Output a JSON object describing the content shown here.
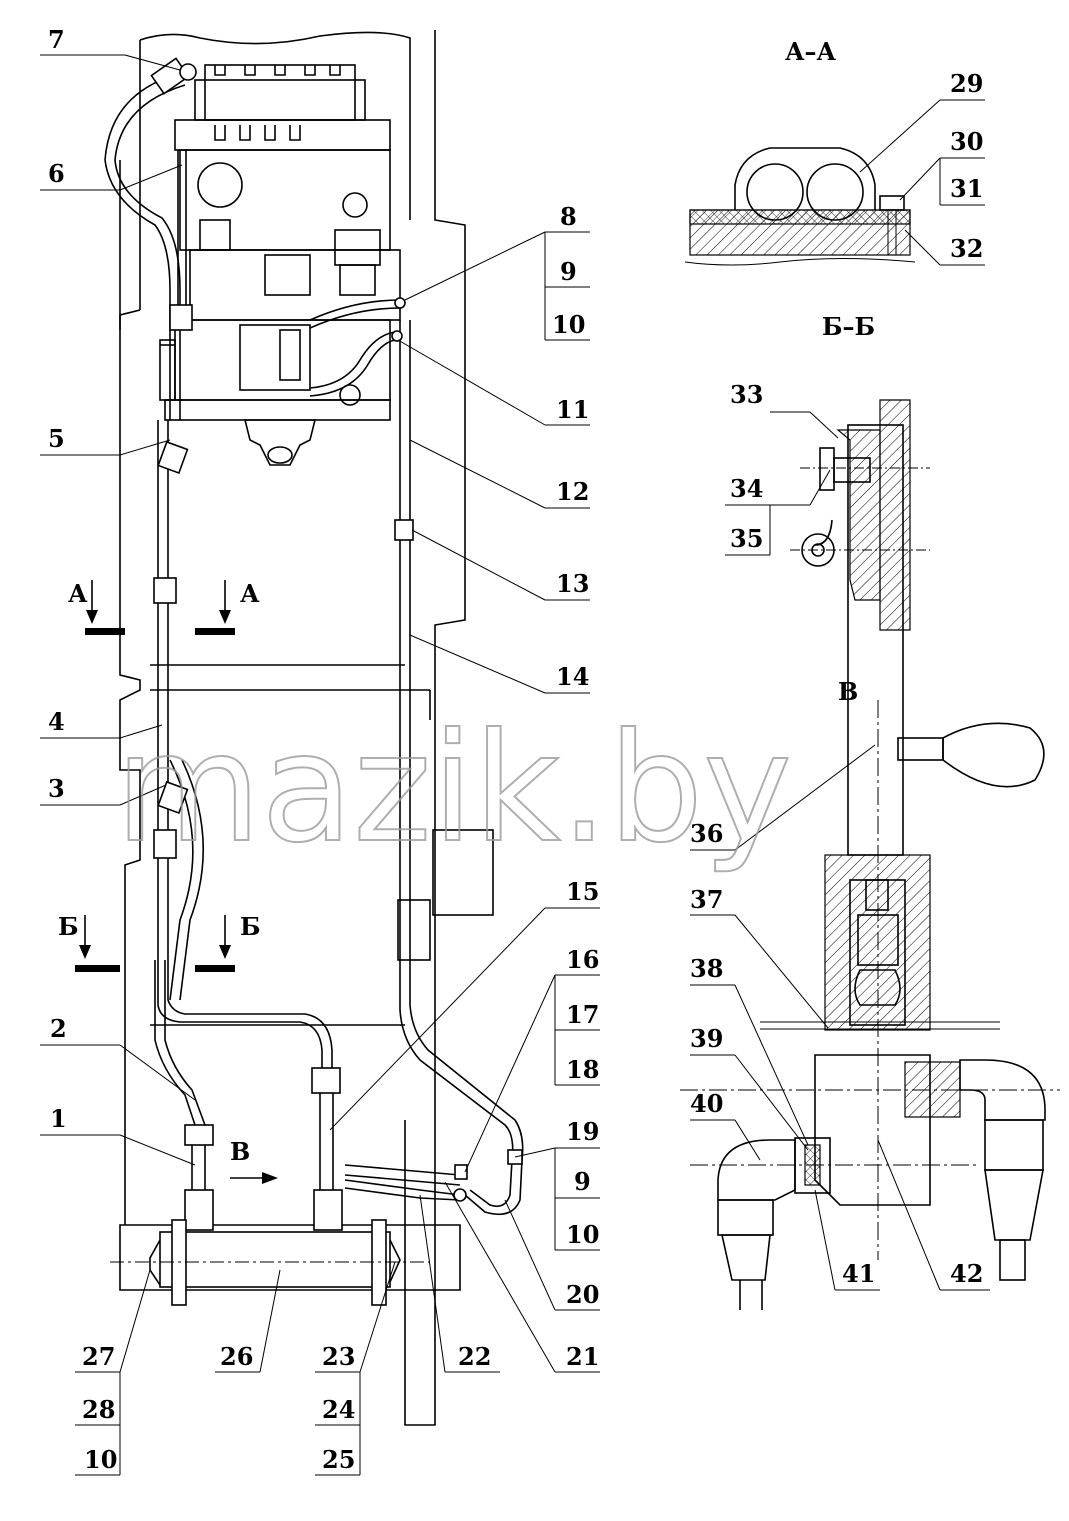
{
  "title": "",
  "views": {
    "section_aa": "А–А",
    "section_bb": "Б–Б",
    "view_v": "В",
    "marker_a": "А",
    "marker_b": "Б",
    "marker_v": "В"
  },
  "watermark": "mazik.by",
  "callouts": {
    "c1": "1",
    "c2": "2",
    "c3": "3",
    "c4": "4",
    "c5": "5",
    "c6": "6",
    "c7": "7",
    "c8": "8",
    "c8b": "9",
    "c8c": "10",
    "c11": "11",
    "c12": "12",
    "c13": "13",
    "c14": "14",
    "c15": "15",
    "c16": "16",
    "c17": "17",
    "c18": "18",
    "c19": "19",
    "c19b": "9",
    "c19c": "10",
    "c20": "20",
    "c21": "21",
    "c22": "22",
    "c23": "23",
    "c24": "24",
    "c25": "25",
    "c26": "26",
    "c27": "27",
    "c28": "28",
    "c27c": "10",
    "c29": "29",
    "c30": "30",
    "c31": "31",
    "c32": "32",
    "c33": "33",
    "c34": "34",
    "c35": "35",
    "c36": "36",
    "c37": "37",
    "c38": "38",
    "c39": "39",
    "c40": "40",
    "c41": "41",
    "c42": "42"
  }
}
